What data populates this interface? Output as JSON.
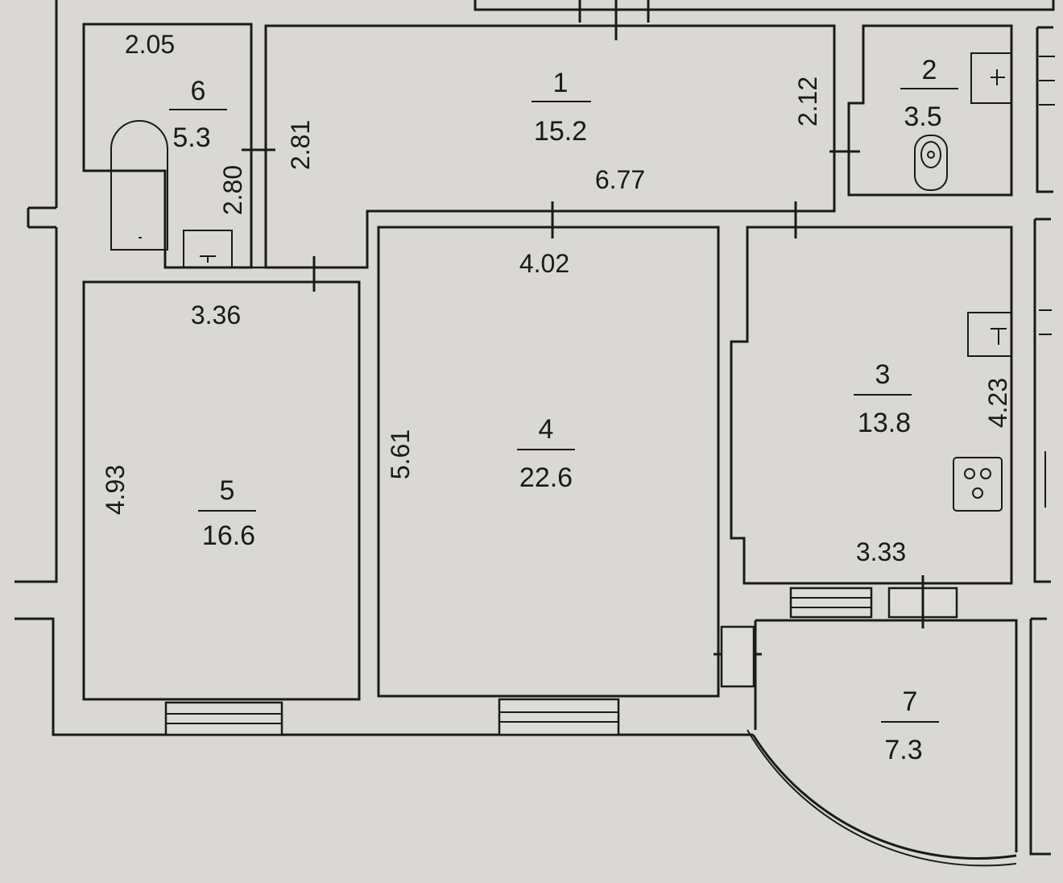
{
  "rooms": [
    {
      "number": "1",
      "area": "15.2"
    },
    {
      "number": "2",
      "area": "3.5"
    },
    {
      "number": "3",
      "area": "13.8"
    },
    {
      "number": "4",
      "area": "22.6"
    },
    {
      "number": "5",
      "area": "16.6"
    },
    {
      "number": "6",
      "area": "5.3"
    },
    {
      "number": "7",
      "area": "7.3"
    }
  ],
  "dimensions": {
    "room1_width": "6.77",
    "room1_height": "2.81",
    "room1_right": "2.12",
    "room6_width": "2.05",
    "room6_height": "2.80",
    "room5_width": "3.36",
    "room5_height": "4.93",
    "room4_width": "4.02",
    "room4_height": "5.61",
    "room3_width": "3.33",
    "room3_height": "4.23"
  },
  "colors": {
    "background": "#d9d8d4",
    "line": "#1a1a1a"
  }
}
